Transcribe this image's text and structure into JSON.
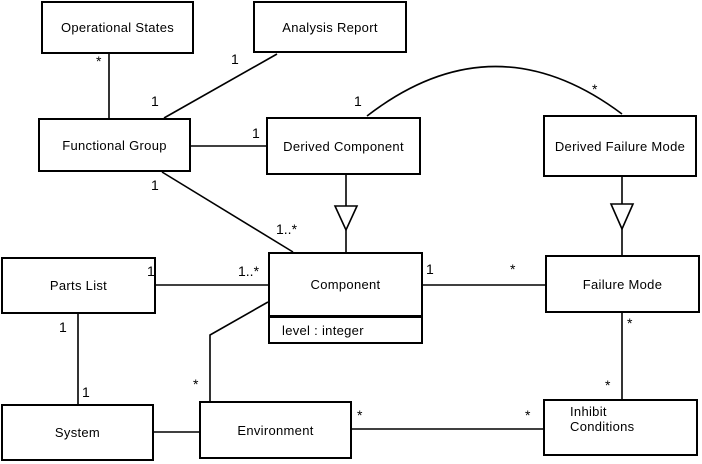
{
  "diagram": {
    "type": "uml-class-diagram",
    "background_color": "#ffffff",
    "line_color": "#000000"
  },
  "nodes": {
    "operational_states": {
      "label": "Operational States"
    },
    "analysis_report": {
      "label": "Analysis Report"
    },
    "functional_group": {
      "label": "Functional Group"
    },
    "derived_component": {
      "label": "Derived Component"
    },
    "derived_failure_mode": {
      "label": "Derived Failure Mode"
    },
    "parts_list": {
      "label": "Parts List"
    },
    "component": {
      "label": "Component",
      "attribute": "level : integer"
    },
    "failure_mode": {
      "label": "Failure Mode"
    },
    "system": {
      "label": "System"
    },
    "environment": {
      "label": "Environment"
    },
    "inhibit_conditions": {
      "label": "Inhibit Conditions"
    }
  },
  "associations": [
    {
      "a": "Operational States",
      "b": "Functional Group",
      "a_mult": "*",
      "b_mult": ""
    },
    {
      "a": "Analysis Report",
      "b": "Functional Group",
      "a_mult": "1",
      "b_mult": "1"
    },
    {
      "a": "Functional Group",
      "b": "Derived Component",
      "a_mult": "",
      "b_mult": "1"
    },
    {
      "a": "Functional Group",
      "b": "Component",
      "a_mult": "1",
      "b_mult": "1..*"
    },
    {
      "a": "Parts List",
      "b": "Component",
      "a_mult": "1",
      "b_mult": "1..*"
    },
    {
      "a": "Parts List",
      "b": "System",
      "a_mult": "1",
      "b_mult": "1"
    },
    {
      "a": "System",
      "b": "Environment",
      "a_mult": "",
      "b_mult": ""
    },
    {
      "a": "Component",
      "b": "Environment",
      "a_mult": "",
      "b_mult": "*"
    },
    {
      "a": "Component",
      "b": "Failure Mode",
      "a_mult": "1",
      "b_mult": "*"
    },
    {
      "a": "Derived Component",
      "b": "Derived Failure Mode",
      "a_mult": "1",
      "b_mult": "*"
    },
    {
      "a": "Failure Mode",
      "b": "Inhibit Conditions",
      "a_mult": "*",
      "b_mult": "*"
    },
    {
      "a": "Environment",
      "b": "Inhibit Conditions",
      "a_mult": "*",
      "b_mult": "*"
    }
  ],
  "generalizations": [
    {
      "child": "Derived Component",
      "parent": "Component"
    },
    {
      "child": "Derived Failure Mode",
      "parent": "Failure Mode"
    }
  ]
}
